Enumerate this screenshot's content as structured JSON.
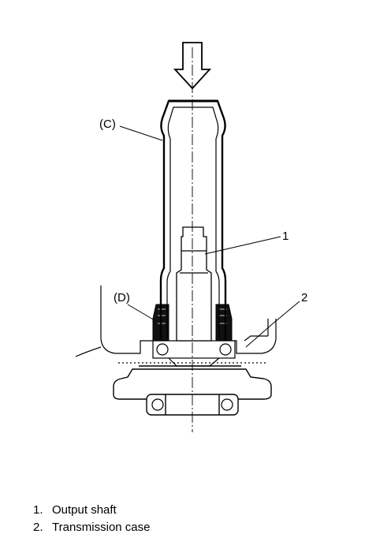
{
  "callouts": {
    "c": "(C)",
    "d": "(D)",
    "one": "1",
    "two": "2"
  },
  "legend": [
    {
      "number": "1.",
      "text": "Output shaft"
    },
    {
      "number": "2.",
      "text": "Transmission case"
    }
  ]
}
